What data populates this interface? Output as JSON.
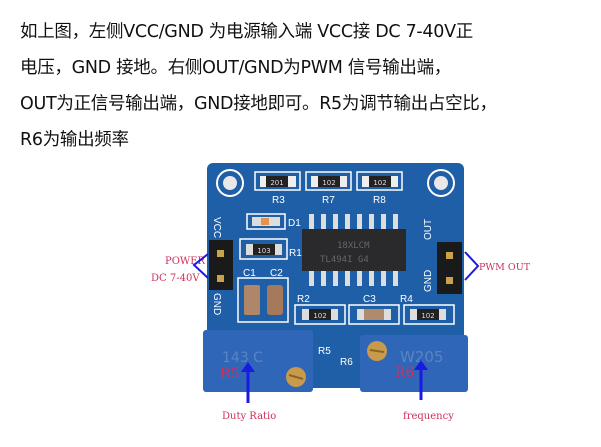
{
  "paragraph": {
    "lines": [
      "如上图，左侧VCC/GND 为电源输入端 VCC接 DC 7-40V正",
      "电压，GND 接地。右侧OUT/GND为PWM 信号输出端，",
      "OUT为正信号输出端，GND接地即可。R5为调节输出占空比，",
      "R6为输出频率"
    ]
  },
  "figure": {
    "board_labels": {
      "r3": "R3",
      "r7": "R7",
      "r8": "R8",
      "d1": "D1",
      "r1": "R1",
      "c1": "C1",
      "c2": "C2",
      "r2": "R2",
      "c3": "C3",
      "r4": "R4",
      "r5": "R5",
      "r6": "R6",
      "vcc": "VCC",
      "gnd_left": "GND",
      "out": "OUT",
      "gnd_right": "GND",
      "ic_line1": "18XLCM",
      "ic_line2": "TL494I  G4",
      "res_r3": "201",
      "res_r7": "102",
      "res_r8": "102",
      "res_r1": "103",
      "res_r2": "102",
      "res_r4": "102",
      "pot_left": "143 C",
      "pot_right": "W205"
    },
    "annotations": {
      "power": "POWER",
      "dc_range": "DC 7-40V",
      "pwm_out": "PWM OUT",
      "r5": "R5",
      "r6": "R6",
      "duty_ratio": "Duty Ratio",
      "frequency": "frequency"
    },
    "colors": {
      "board": "#1f5fa8",
      "annotation": "#d0305a",
      "arrow": "#1a1ae0"
    }
  }
}
